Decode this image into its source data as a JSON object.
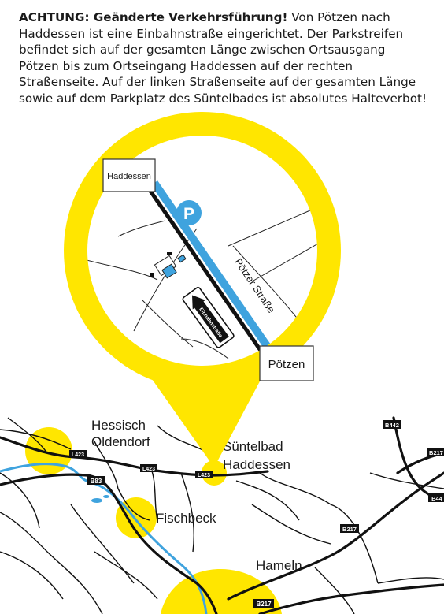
{
  "notice": {
    "heading": "ACHTUNG: Geänderte Verkehrsführung!",
    "body": "Von Pötzen nach Haddessen ist eine Einbahnstraße eingerichtet. Der Parkstreifen befindet sich auf der gesamten Länge zwischen Ortsausgang Pötzen bis zum Ortseingang Haddessen auf der rechten Straßenseite. Auf der linken Straßenseite auf der gesamten Länge sowie auf dem Parkplatz des Süntelbades ist absolutes Halteverbot!"
  },
  "detail": {
    "sign_top": "Haddessen",
    "sign_bottom": "Pötzen",
    "street_name": "Pötzer Straße",
    "parking_symbol": "P",
    "oneway_text": "Einbahnstraße"
  },
  "map": {
    "places": {
      "hessisch_line1": "Hessisch",
      "hessisch_line2": "Oldendorf",
      "suentelbad_line1": "Süntelbad",
      "suentelbad_line2": "Haddessen",
      "fischbeck": "Fischbeck",
      "hameln": "Hameln"
    },
    "roads": {
      "l423_a": "L423",
      "l423_b": "L423",
      "l423_c": "L423",
      "b83": "B83",
      "b442": "B442",
      "b217_a": "B217",
      "b217_b": "B217",
      "b217_c": "B217",
      "b44": "B44"
    }
  },
  "colors": {
    "highlight_yellow": "#ffe600",
    "parking_blue": "#3fa3de",
    "river_blue": "#3fa3de",
    "road_black": "#111111",
    "shield_black": "#111111"
  }
}
